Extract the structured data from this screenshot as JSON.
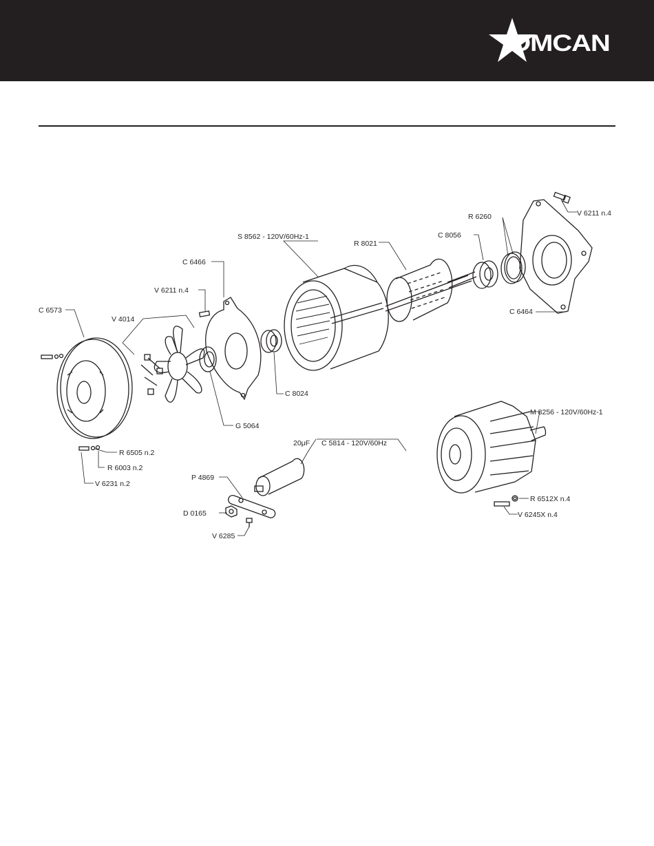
{
  "header": {
    "brand": "OMCAN",
    "background": "#231f20"
  },
  "labels": {
    "s8562": "S 8562  - 120V/60Hz-1",
    "r8021": "R 8021",
    "r6260": "R 6260",
    "c8056": "C 8056",
    "v6211_top": "V 6211  n.4",
    "c6464": "C 6464",
    "c6466": "C 6466",
    "v6211_mid": "V 6211  n.4",
    "c6573": "C 6573",
    "v4014": "V 4014",
    "c8024": "C 8024",
    "g5064": "G 5064",
    "c5814_value": "20μF",
    "c5814": "C 5814  - 120V/60Hz",
    "r6505": "R 6505  n.2",
    "r6003": "R 6003  n.2",
    "v6231": "V 6231  n.2",
    "p4869": "P 4869",
    "d0165": "D 0165",
    "v6285": "V 6285",
    "m8256": "M 8256  - 120V/60Hz-1",
    "r6512x": "R 6512X  n.4",
    "v6245x": "V 6245X  n.4"
  }
}
